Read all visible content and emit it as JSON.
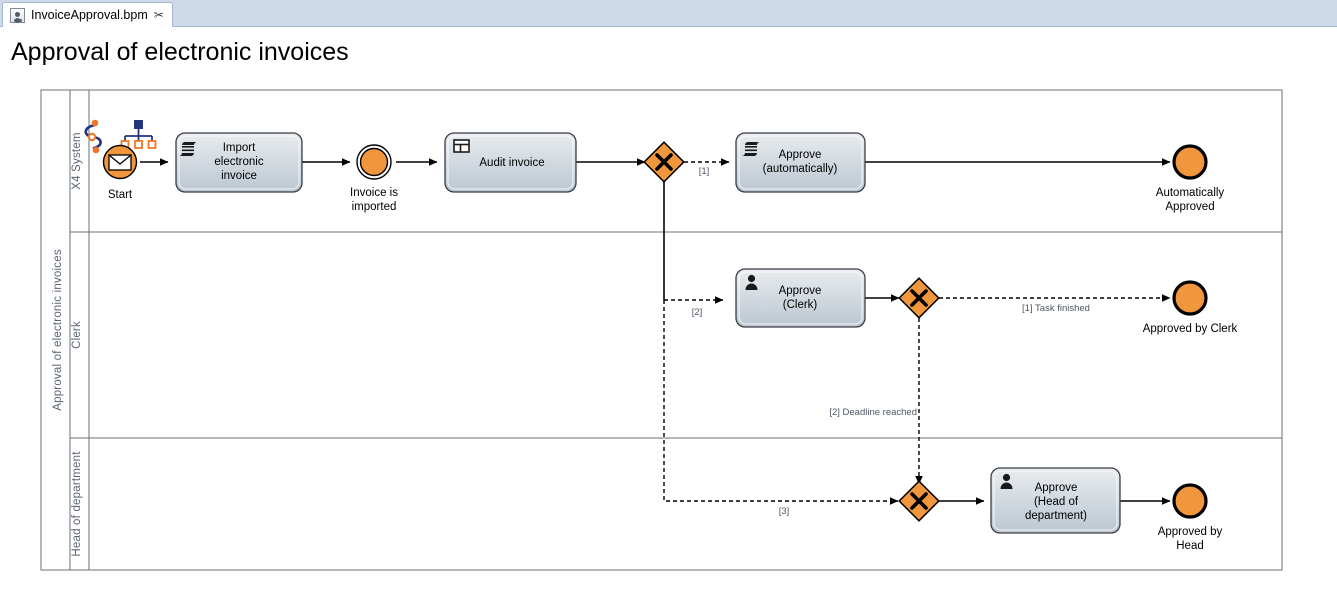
{
  "window": {
    "tab": {
      "label": "InvoiceApproval.bpm",
      "icon": "file-bpm-icon",
      "close_label": "✂"
    }
  },
  "page": {
    "title": "Approval of electronic invoices"
  },
  "colors": {
    "accent_orange": "#F0963C",
    "task_fill_top": "#E6EAEE",
    "task_fill_bottom": "#BFC9D2",
    "lane_label": "#5A6472",
    "edge_label": "#4D5663",
    "tab_strip": "#CCD9E8",
    "decoration_blue": "#23357F",
    "decoration_orange": "#F0772A"
  },
  "pool": {
    "name": "Approval of electronic invoices",
    "lanes": [
      {
        "id": "lane-x4-system",
        "name": "X4 System"
      },
      {
        "id": "lane-clerk",
        "name": "Clerk"
      },
      {
        "id": "lane-head-of-department",
        "name": "Head of department"
      }
    ]
  },
  "diagram": {
    "type": "bpmn-process",
    "nodes": [
      {
        "id": "start",
        "kind": "message-start-event",
        "lane": "X4 System",
        "label": "Start",
        "label_lines": [
          "Start"
        ]
      },
      {
        "id": "import-electronic-invoice",
        "kind": "script-task",
        "lane": "X4 System",
        "icon": "script-task-icon",
        "label": "Import electronic invoice",
        "label_lines": [
          "Import",
          "electronic",
          "invoice"
        ]
      },
      {
        "id": "invoice-is-imported",
        "kind": "intermediate-event",
        "lane": "X4 System",
        "label": "Invoice is imported",
        "label_lines": [
          "Invoice is",
          "imported"
        ]
      },
      {
        "id": "audit-invoice",
        "kind": "business-rule-task",
        "lane": "X4 System",
        "icon": "business-rule-icon",
        "label": "Audit invoice",
        "label_lines": [
          "Audit invoice"
        ]
      },
      {
        "id": "gateway-1",
        "kind": "exclusive-gateway",
        "lane": "X4 System",
        "label": ""
      },
      {
        "id": "approve-automatically",
        "kind": "script-task",
        "lane": "X4 System",
        "icon": "script-task-icon",
        "label": "Approve (automatically)",
        "label_lines": [
          "Approve",
          "(automatically)"
        ]
      },
      {
        "id": "automatically-approved",
        "kind": "end-event",
        "lane": "X4 System",
        "label": "Automatically Approved",
        "label_lines": [
          "Automatically",
          "Approved"
        ]
      },
      {
        "id": "approve-clerk",
        "kind": "user-task",
        "lane": "Clerk",
        "icon": "user-task-icon",
        "label": "Approve (Clerk)",
        "label_lines": [
          "Approve",
          "(Clerk)"
        ]
      },
      {
        "id": "gateway-2",
        "kind": "exclusive-gateway",
        "lane": "Clerk",
        "label": ""
      },
      {
        "id": "approved-by-clerk",
        "kind": "end-event",
        "lane": "Clerk",
        "label": "Approved by Clerk",
        "label_lines": [
          "Approved by Clerk"
        ]
      },
      {
        "id": "gateway-3",
        "kind": "exclusive-gateway",
        "lane": "Head of department",
        "label": ""
      },
      {
        "id": "approve-head-of-department",
        "kind": "user-task",
        "lane": "Head of department",
        "icon": "user-task-icon",
        "label": "Approve (Head of department)",
        "label_lines": [
          "Approve",
          "(Head of",
          "department)"
        ]
      },
      {
        "id": "approved-by-head",
        "kind": "end-event",
        "lane": "Head of department",
        "label": "Approved by Head",
        "label_lines": [
          "Approved by",
          "Head"
        ]
      }
    ],
    "edges": [
      {
        "id": "e1",
        "from": "start",
        "to": "import-electronic-invoice",
        "style": "solid",
        "label": ""
      },
      {
        "id": "e2",
        "from": "import-electronic-invoice",
        "to": "invoice-is-imported",
        "style": "solid",
        "label": ""
      },
      {
        "id": "e3",
        "from": "invoice-is-imported",
        "to": "audit-invoice",
        "style": "solid",
        "label": ""
      },
      {
        "id": "e4",
        "from": "audit-invoice",
        "to": "gateway-1",
        "style": "solid",
        "label": ""
      },
      {
        "id": "e5",
        "from": "gateway-1",
        "to": "approve-automatically",
        "style": "dashed",
        "label": "[1]"
      },
      {
        "id": "e6",
        "from": "approve-automatically",
        "to": "automatically-approved",
        "style": "solid",
        "label": ""
      },
      {
        "id": "e7",
        "from": "gateway-1",
        "to": "approve-clerk",
        "style": "dashed",
        "label": "[2]"
      },
      {
        "id": "e8",
        "from": "approve-clerk",
        "to": "gateway-2",
        "style": "solid",
        "label": ""
      },
      {
        "id": "e9",
        "from": "gateway-2",
        "to": "approved-by-clerk",
        "style": "dashed",
        "label": "[1] Task finished"
      },
      {
        "id": "e10",
        "from": "gateway-2",
        "to": "gateway-3",
        "style": "dashed",
        "label": "[2] Deadline reached"
      },
      {
        "id": "e11",
        "from": "gateway-1",
        "to": "gateway-3",
        "style": "dashed",
        "label": "[3]"
      },
      {
        "id": "e12",
        "from": "gateway-3",
        "to": "approve-head-of-department",
        "style": "solid",
        "label": ""
      },
      {
        "id": "e13",
        "from": "approve-head-of-department",
        "to": "approved-by-head",
        "style": "solid",
        "label": ""
      }
    ],
    "edge_labels": {
      "branch_1": "[1]",
      "branch_2": "[2]",
      "branch_3": "[3]",
      "task_finished": "[1] Task finished",
      "deadline_reached": "[2] Deadline reached"
    }
  }
}
